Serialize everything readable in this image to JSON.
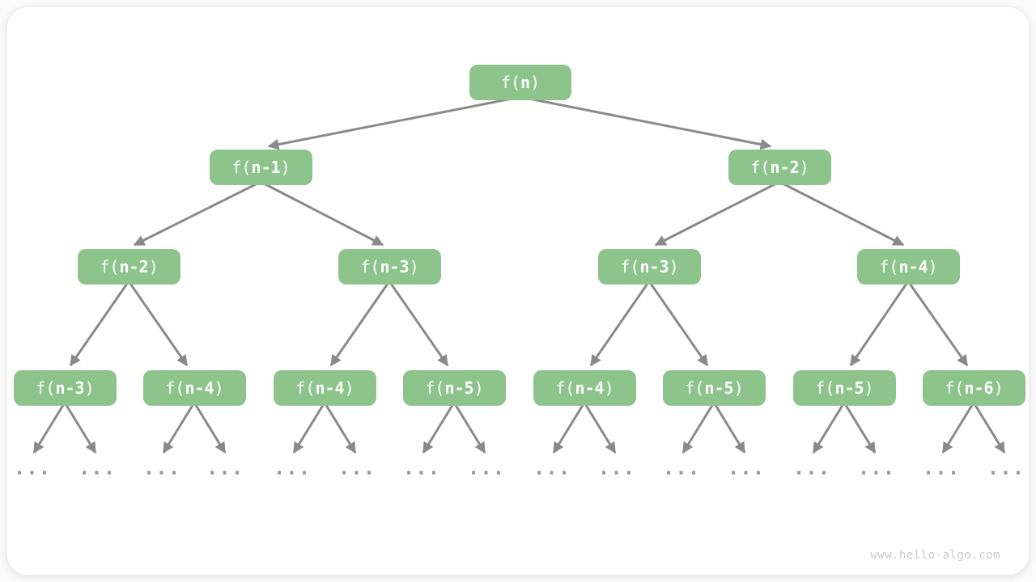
{
  "watermark": "www.hello-algo.com",
  "ellipsis_label": "...",
  "colors": {
    "node_green": "#8DC48B",
    "arrow_gray": "#8A8A8A",
    "node_text": "#FFFFFF",
    "dots_gray": "#999999",
    "watermark_gray": "#C9C9C9",
    "canvas_bg": "#FFFFFF",
    "page_bg": "#FBFBFB"
  },
  "nodes": [
    {
      "level": 1,
      "label": "f(n)",
      "pre": "f(",
      "arg": "n",
      "post": ")"
    },
    {
      "level": 2,
      "label": "f(n-1)",
      "pre": "f(",
      "arg": "n-1",
      "post": ")"
    },
    {
      "level": 2,
      "label": "f(n-2)",
      "pre": "f(",
      "arg": "n-2",
      "post": ")"
    },
    {
      "level": 3,
      "label": "f(n-2)",
      "pre": "f(",
      "arg": "n-2",
      "post": ")"
    },
    {
      "level": 3,
      "label": "f(n-3)",
      "pre": "f(",
      "arg": "n-3",
      "post": ")"
    },
    {
      "level": 3,
      "label": "f(n-3)",
      "pre": "f(",
      "arg": "n-3",
      "post": ")"
    },
    {
      "level": 3,
      "label": "f(n-4)",
      "pre": "f(",
      "arg": "n-4",
      "post": ")"
    },
    {
      "level": 4,
      "label": "f(n-3)",
      "pre": "f(",
      "arg": "n-3",
      "post": ")"
    },
    {
      "level": 4,
      "label": "f(n-4)",
      "pre": "f(",
      "arg": "n-4",
      "post": ")"
    },
    {
      "level": 4,
      "label": "f(n-4)",
      "pre": "f(",
      "arg": "n-4",
      "post": ")"
    },
    {
      "level": 4,
      "label": "f(n-5)",
      "pre": "f(",
      "arg": "n-5",
      "post": ")"
    },
    {
      "level": 4,
      "label": "f(n-4)",
      "pre": "f(",
      "arg": "n-4",
      "post": ")"
    },
    {
      "level": 4,
      "label": "f(n-5)",
      "pre": "f(",
      "arg": "n-5",
      "post": ")"
    },
    {
      "level": 4,
      "label": "f(n-5)",
      "pre": "f(",
      "arg": "n-5",
      "post": ")"
    },
    {
      "level": 4,
      "label": "f(n-6)",
      "pre": "f(",
      "arg": "n-6",
      "post": ")"
    }
  ]
}
